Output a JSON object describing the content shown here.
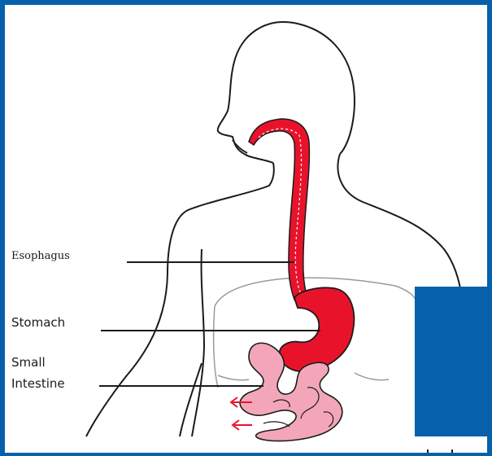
{
  "labels": {
    "esophagus": "Esophagus",
    "stomach": "Stomach",
    "small_intestine_line1": "Small",
    "small_intestine_line2": "Intestine"
  },
  "colors": {
    "frame": "#0760aa",
    "esophagus": "#e8132b",
    "stomach": "#e8132b",
    "small_intestine": "#f3a6b9",
    "arrows": "#e8132b",
    "outline": "#1b1b1b"
  }
}
